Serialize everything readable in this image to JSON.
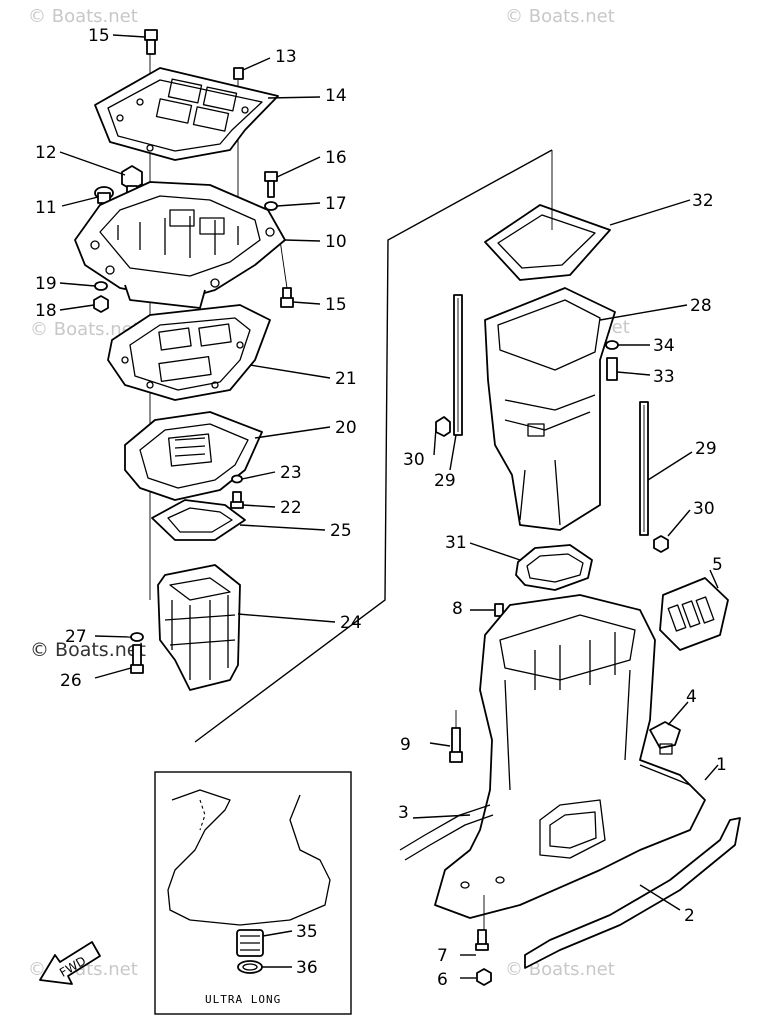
{
  "watermarks": {
    "top_left": "© Boats.net",
    "top_right": "© Boats.net",
    "mid_left": "© Boats.net",
    "mid_right": "© Boats.net",
    "bottom_left": "© Boats.net",
    "bottom_right": "© Boats.net",
    "center_left": "© Boats.net"
  },
  "inset": {
    "title": "ULTRA LONG"
  },
  "fwd_marker": "FWD",
  "callouts": {
    "c1": "1",
    "c2": "2",
    "c3": "3",
    "c4": "4",
    "c5": "5",
    "c6": "6",
    "c7": "7",
    "c8": "8",
    "c9": "9",
    "c10": "10",
    "c11": "11",
    "c12": "12",
    "c13": "13",
    "c14": "14",
    "c15a": "15",
    "c15b": "15",
    "c16": "16",
    "c17": "17",
    "c18": "18",
    "c19": "19",
    "c20": "20",
    "c21": "21",
    "c22": "22",
    "c23": "23",
    "c24": "24",
    "c25": "25",
    "c26": "26",
    "c27": "27",
    "c28": "28",
    "c29a": "29",
    "c29b": "29",
    "c30a": "30",
    "c30b": "30",
    "c31": "31",
    "c32": "32",
    "c33": "33",
    "c34": "34",
    "c35": "35",
    "c36": "36"
  }
}
